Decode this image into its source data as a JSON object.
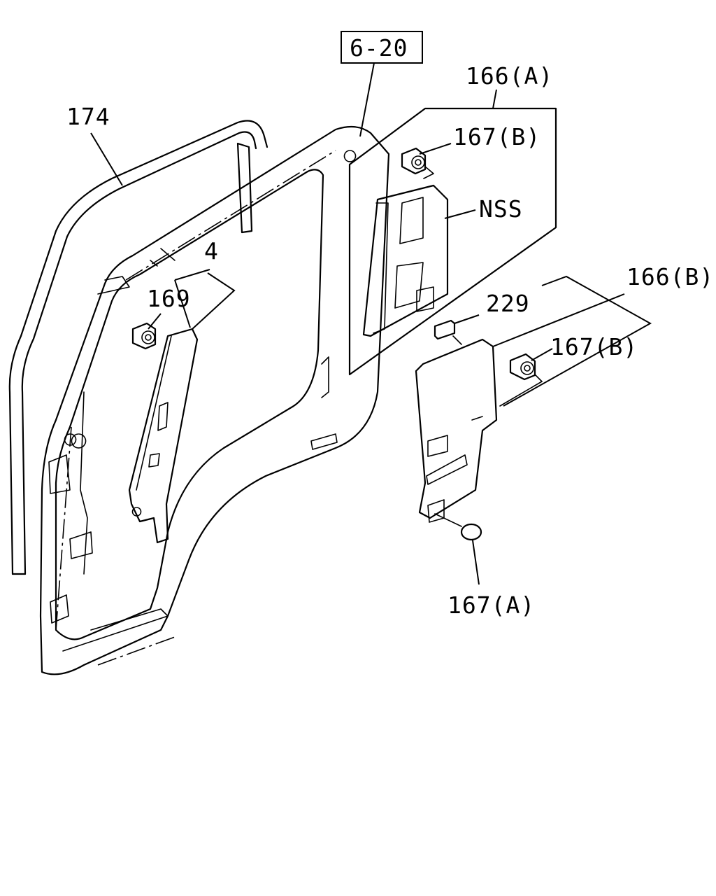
{
  "labels": {
    "ref_box": "6-20",
    "weatherstrip": "174",
    "trim_a": "166(A)",
    "clip_b_upper": "167(B)",
    "nss": "NSS",
    "pillar_trim": "4",
    "clip_169": "169",
    "trim_b": "166(B)",
    "pad_229": "229",
    "clip_b_lower": "167(B)",
    "clip_a": "167(A)"
  }
}
